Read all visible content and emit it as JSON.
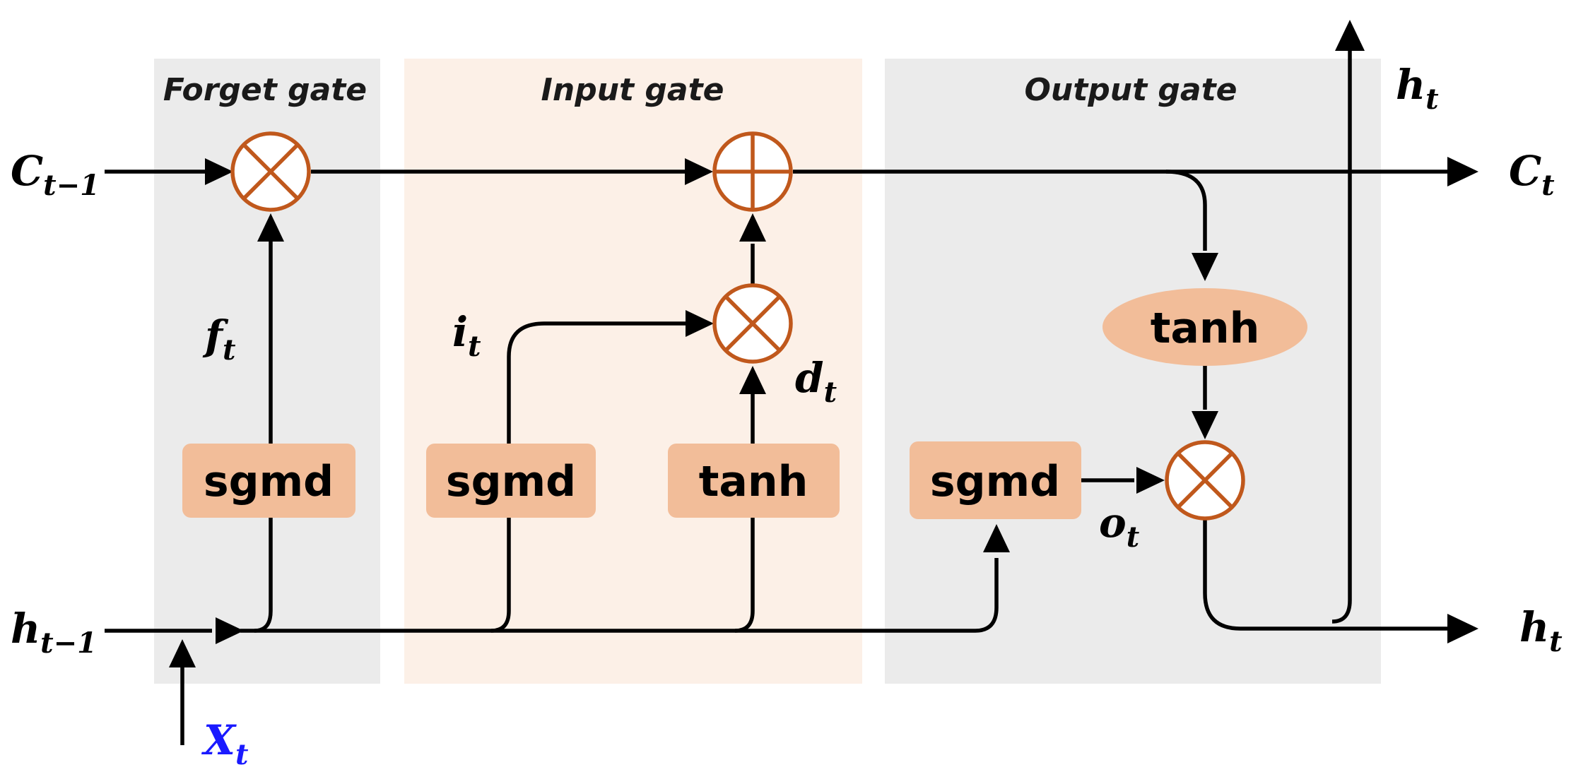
{
  "gates": {
    "forget": "Forget gate",
    "input": "Input gate",
    "output": "Output gate"
  },
  "boxes": {
    "forget_sgmd": "sgmd",
    "input_sgmd": "sgmd",
    "input_tanh": "tanh",
    "output_sgmd": "sgmd",
    "cell_tanh": "tanh"
  },
  "variables": {
    "c_prev": {
      "main": "C",
      "sub": "t−1"
    },
    "c_next": {
      "main": "C",
      "sub": "t"
    },
    "h_prev": {
      "main": "h",
      "sub": "t−1"
    },
    "h_next": {
      "main": "h",
      "sub": "t"
    },
    "h_top": {
      "main": "h",
      "sub": "t"
    },
    "x_t": {
      "main": "X",
      "sub": "t"
    },
    "f_t": {
      "main": "f",
      "sub": "t"
    },
    "i_t": {
      "main": "i",
      "sub": "t"
    },
    "d_t": {
      "main": "d",
      "sub": "t"
    },
    "o_t": {
      "main": "o",
      "sub": "t"
    }
  },
  "colors": {
    "forget_panel": "#ebebeb",
    "input_panel": "#fcf0e7",
    "output_panel": "#ebebeb",
    "box_fill": "#f2bd99",
    "operator": "#c0581c",
    "x_label": "#1a1aff"
  }
}
